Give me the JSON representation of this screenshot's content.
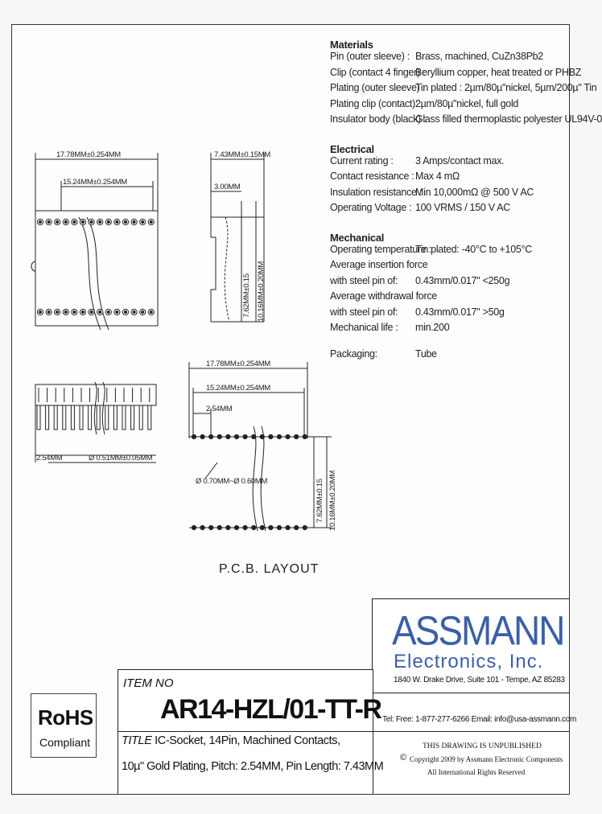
{
  "specs": {
    "materials": {
      "heading": "Materials",
      "rows": [
        {
          "label": "Pin (outer sleeve) :",
          "value": "Brass, machined, CuZn38Pb2"
        },
        {
          "label": "Clip (contact 4 finger) :",
          "value": "Beryllium copper, heat treated or PHBZ"
        },
        {
          "label": "Plating (outer sleeve) :",
          "value": "Tin plated : 2µm/80µ\"nickel, 5µm/200µ\" Tin"
        },
        {
          "label": "Plating clip (contact):",
          "value": "2µm/80µ\"nickel, full gold"
        },
        {
          "label": "Insulator body (black) :",
          "value": "Glass filled thermoplastic polyester UL94V-0"
        }
      ]
    },
    "electrical": {
      "heading": "Electrical",
      "rows": [
        {
          "label": "Current  rating :",
          "value": "3 Amps/contact max."
        },
        {
          "label": "Contact  resistance  :",
          "value": "Max 4 mΩ"
        },
        {
          "label": "Insulation  resistance  :",
          "value": "Min 10,000mΩ @ 500 V AC"
        },
        {
          "label": "Operating Voltage  :",
          "value": "100 VRMS / 150 V AC"
        }
      ]
    },
    "mechanical": {
      "heading": "Mechanical",
      "rows": [
        {
          "label": "Operating temperature :",
          "value": "Tin plated: -40°C to +105°C"
        },
        {
          "label": "Average insertion force",
          "value": ""
        },
        {
          "label": "          with steel pin of:",
          "value": "0.43mm/0.017\" <250g"
        },
        {
          "label": "Average withdrawal force",
          "value": ""
        },
        {
          "label": "          with steel pin of:",
          "value": "0.43mm/0.017\" >50g"
        },
        {
          "label": "Mechanical life :",
          "value": "min.200"
        }
      ]
    },
    "packaging": {
      "label": "Packaging:",
      "value": "Tube"
    }
  },
  "dims": {
    "top_width": "17.78MM±0.254MM",
    "top_inner": "15.24MM±0.254MM",
    "side_width": "7.43MM±0.15MM",
    "side_3": "3.00MM",
    "side_762": "7.62MM±0.15",
    "side_1016": "10.16MM±0.20MM",
    "front_pitch": "2.54MM",
    "front_pin": "Ø 0.51MM±0.05MM",
    "pcb_width": "17.78MM±0.254MM",
    "pcb_inner": "15.24MM±0.254MM",
    "pcb_pitch": "2.54MM",
    "pcb_hole": "Ø 0.70MM~Ø 0.60MM",
    "pcb_762": "7.62MM±0.15",
    "pcb_1016": "10.16MM±0.20MM",
    "pcb_title": "P.C.B. LAYOUT"
  },
  "company": {
    "name": "ASSMANN",
    "sub": "Electronics, Inc.",
    "address": "1840 W. Drake Drive, Suite 101 - Tempe, AZ 85283",
    "contact": "Tel: Free: 1-877-277-6266  Email: info@usa-assmann.com",
    "notice1": "THIS DRAWING IS UNPUBLISHED",
    "notice2": "Copyright 2009 by Assmann Electronic Components",
    "notice3": "All International Rights Reserved"
  },
  "item": {
    "label": "ITEM NO",
    "number": "AR14-HZL/01-TT-R",
    "title_label": "TITLE",
    "title_line1": "IC-Socket, 14Pin, Machined Contacts,",
    "title_line2": "10µ\" Gold Plating, Pitch: 2.54MM, Pin Length: 7.43MM"
  },
  "rohs": {
    "line1": "RoHS",
    "line2": "Compliant"
  }
}
